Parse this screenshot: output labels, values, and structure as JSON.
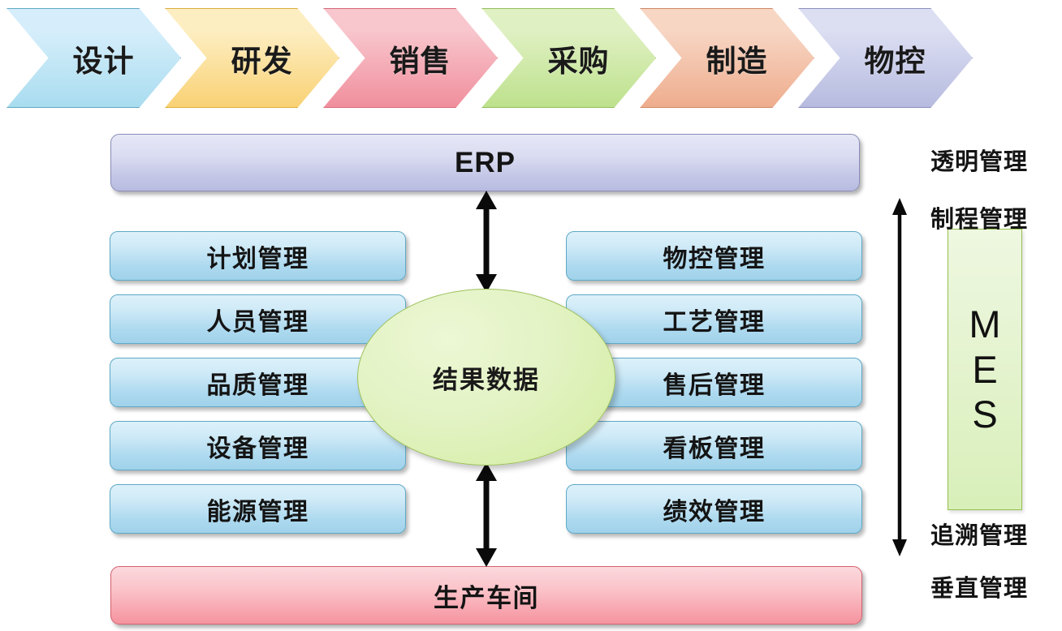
{
  "process_chevrons": [
    {
      "label": "设计",
      "fill_top": "#d6eefb",
      "fill_bottom": "#a8dcef",
      "border": "#5fa9c4"
    },
    {
      "label": "研发",
      "fill_top": "#fdeec2",
      "fill_bottom": "#f9d173",
      "border": "#dcae3e"
    },
    {
      "label": "销售",
      "fill_top": "#f8c6cd",
      "fill_bottom": "#f08e9c",
      "border": "#d4697a"
    },
    {
      "label": "采购",
      "fill_top": "#dff0c2",
      "fill_bottom": "#bde18c",
      "border": "#93bf5e"
    },
    {
      "label": "制造",
      "fill_top": "#f7d6c4",
      "fill_bottom": "#eeac8c",
      "border": "#cf8a69"
    },
    {
      "label": "物控",
      "fill_top": "#dcdff2",
      "fill_bottom": "#b6badf",
      "border": "#8c90bd"
    }
  ],
  "erp": {
    "label": "ERP"
  },
  "workshop": {
    "label": "生产车间"
  },
  "center": {
    "label": "结果数据"
  },
  "modules_left": [
    {
      "label": "计划管理"
    },
    {
      "label": "人员管理"
    },
    {
      "label": "品质管理"
    },
    {
      "label": "设备管理"
    },
    {
      "label": "能源管理"
    }
  ],
  "modules_right": [
    {
      "label": "物控管理"
    },
    {
      "label": "工艺管理"
    },
    {
      "label": "售后管理"
    },
    {
      "label": "看板管理"
    },
    {
      "label": "绩效管理"
    }
  ],
  "mes": {
    "letters": [
      "M",
      "E",
      "S"
    ]
  },
  "side_captions": {
    "transparent": "透明管理",
    "process": "制程管理",
    "trace": "追溯管理",
    "vertical": "垂直管理"
  },
  "colors": {
    "module_fill": "#add9ef",
    "module_border": "#5ea9c6",
    "erp_fill": "#c3c6e6",
    "workshop_fill": "#f7a4ae",
    "ellipse_fill": "#d2ec9f",
    "mes_fill": "#d8efb9",
    "arrow": "#0a0a0a"
  }
}
